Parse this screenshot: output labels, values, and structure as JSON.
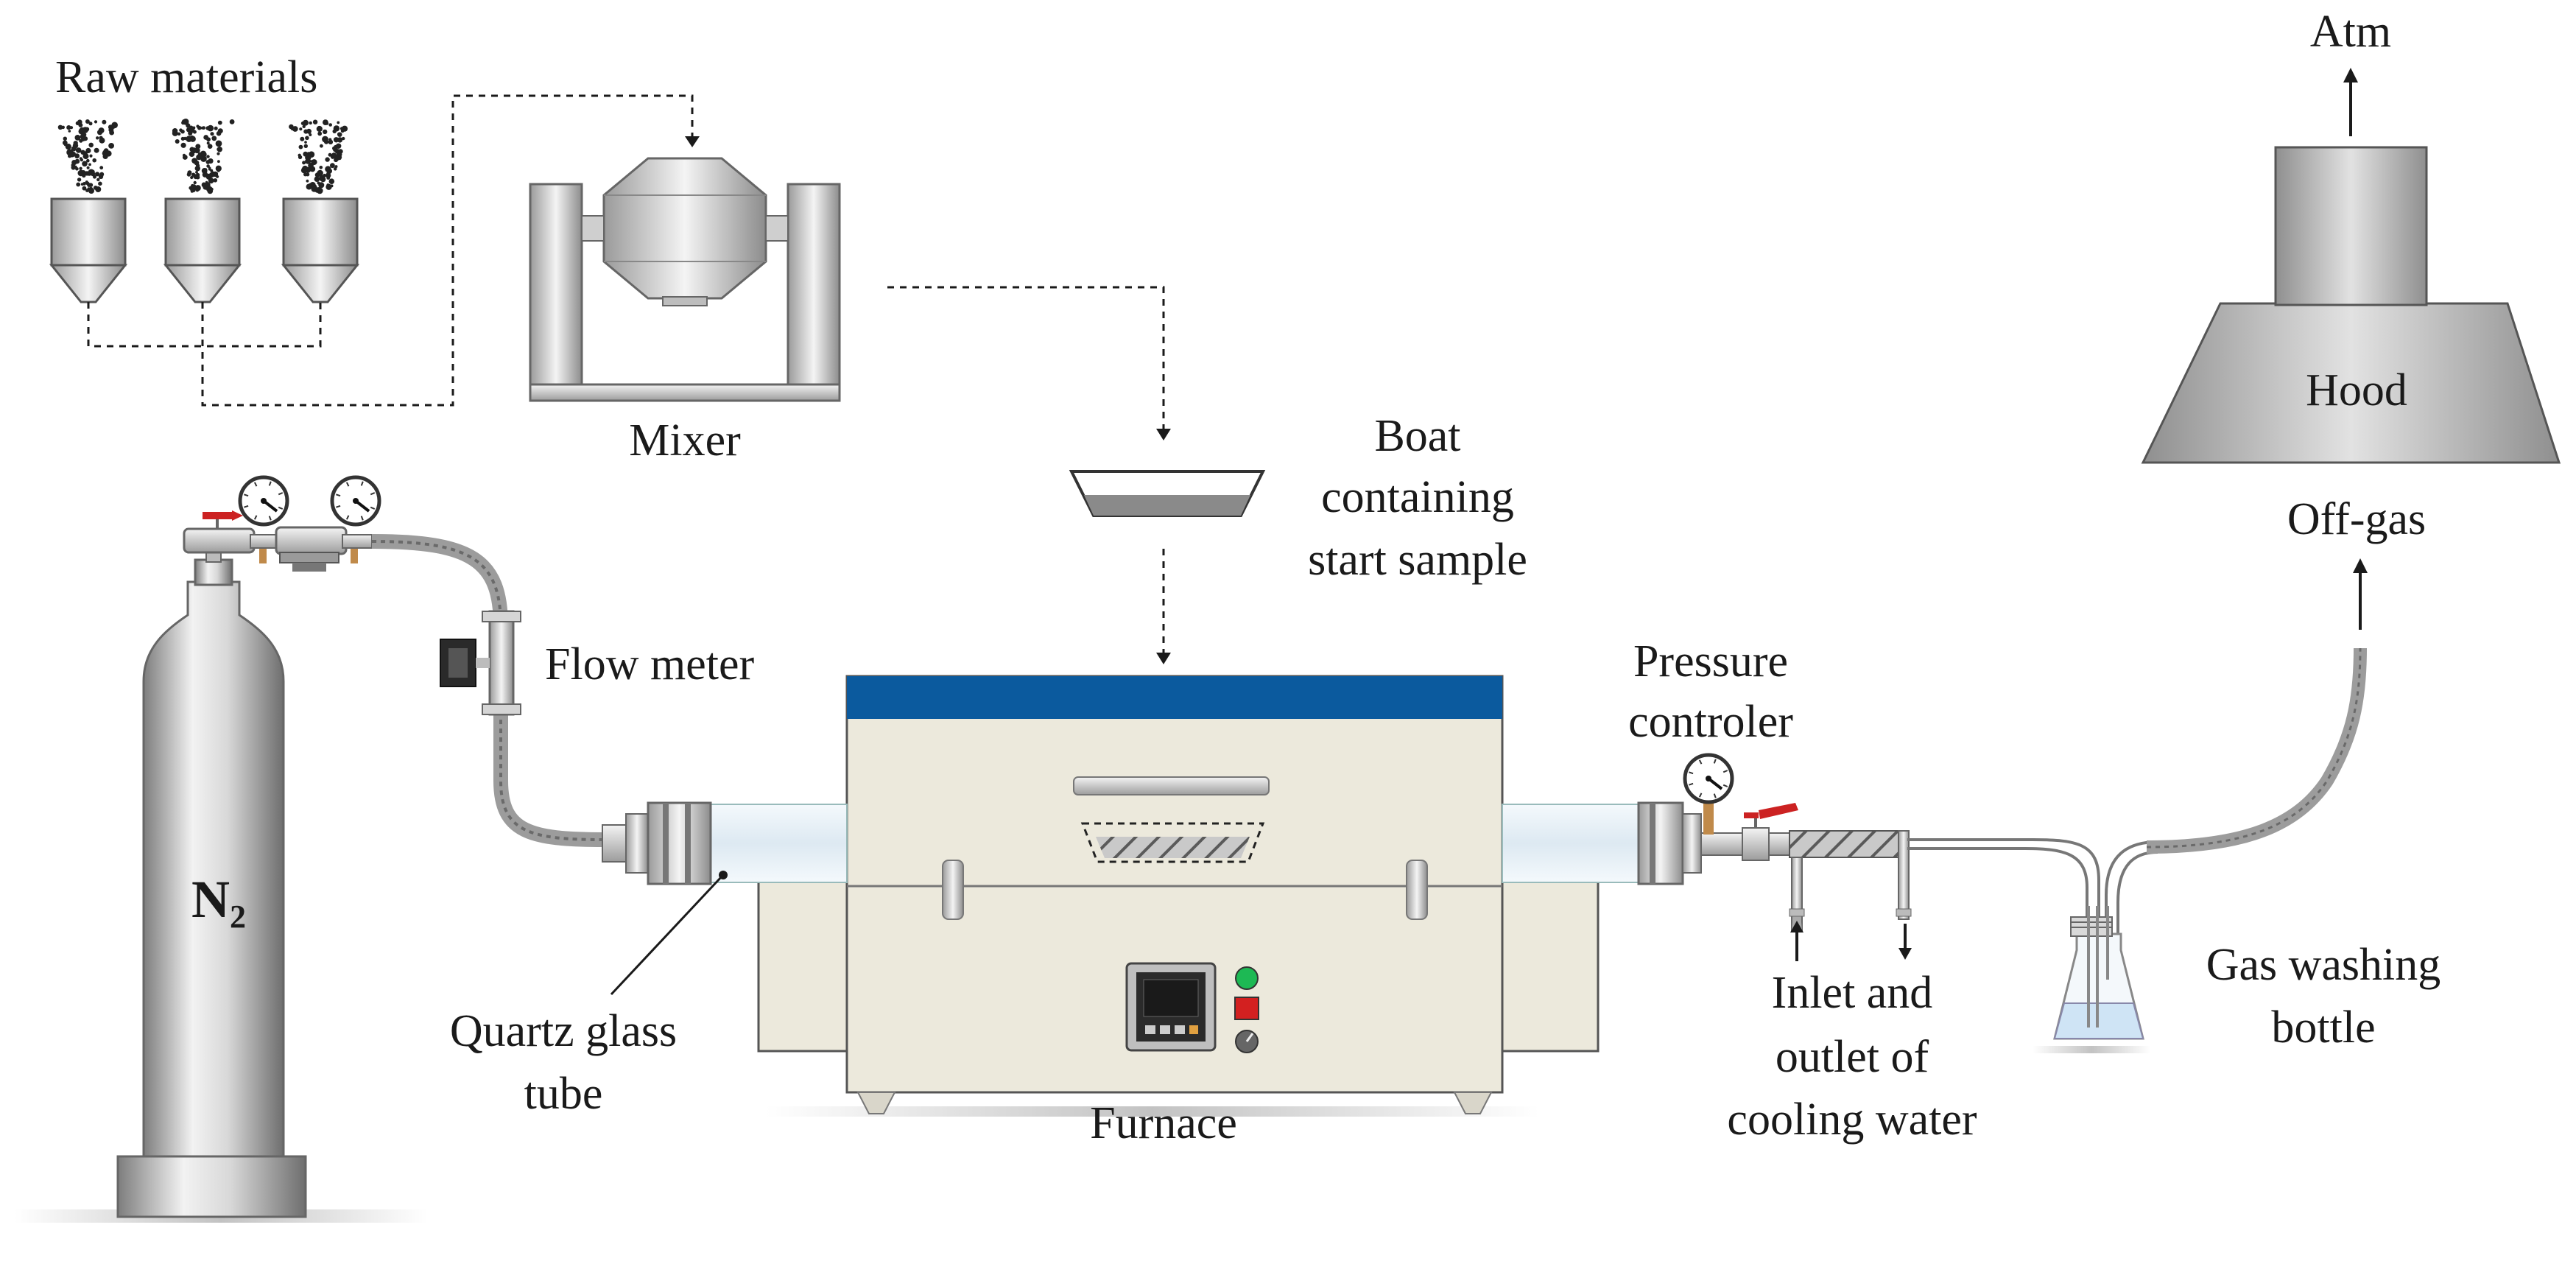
{
  "labels": {
    "raw_materials": "Raw materials",
    "mixer": "Mixer",
    "boat_line1": "Boat",
    "boat_line2": "containing",
    "boat_line3": "start sample",
    "flow_meter": "Flow meter",
    "n2_main": "N",
    "n2_sub": "2",
    "quartz_line1": "Quartz glass",
    "quartz_line2": "tube",
    "furnace": "Furnace",
    "pressure_line1": "Pressure",
    "pressure_line2": "controler",
    "inlet_line1": "Inlet and",
    "inlet_line2": "outlet of",
    "inlet_line3": "cooling water",
    "washing_line1": "Gas washing",
    "washing_line2": "bottle",
    "off_gas": "Off-gas",
    "hood": "Hood",
    "atm": "Atm"
  },
  "colors": {
    "furnace_top": "#0b5a9e",
    "furnace_body": "#ece9dc",
    "metal_light": "#e6e6e6",
    "metal_dark": "#8a8a8a",
    "quartz": "#e3eef6",
    "power_light": "#1db954",
    "stop_button": "#d32020",
    "valve_red": "#cc2222",
    "water": "#cfe4f5",
    "line": "#1a1a1a"
  }
}
